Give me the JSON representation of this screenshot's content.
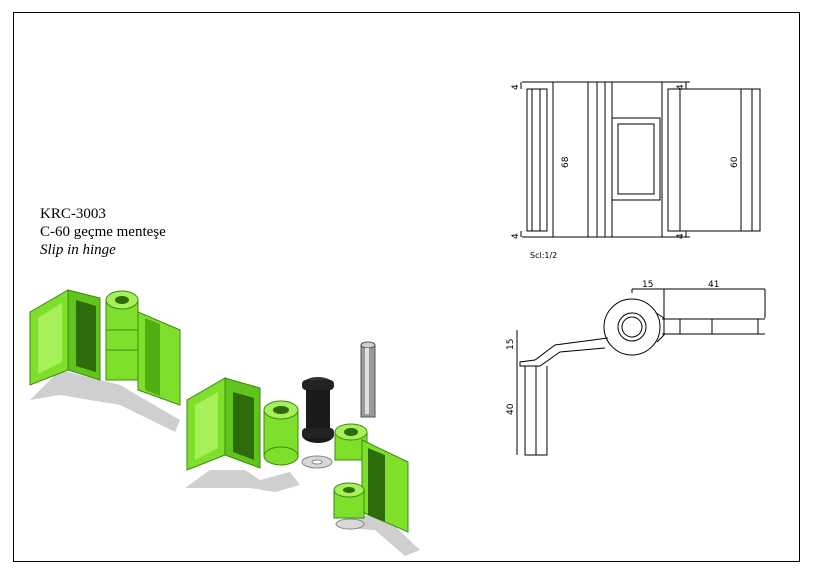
{
  "product": {
    "code": "KRC-3003",
    "name_tr": "C-60 geçme menteşe",
    "name_en": "Slip in hinge"
  },
  "front_view": {
    "dims": [
      "4",
      "4",
      "68",
      "60",
      "4",
      "4"
    ],
    "scale": "Scl:1/2"
  },
  "section_view": {
    "dims": [
      "15",
      "41",
      "15",
      "40"
    ]
  },
  "colors": {
    "part_green": "#7ee02a",
    "part_green_dark": "#4fae12",
    "part_black": "#1a1a1a",
    "pin_gray": "#9a9a9a",
    "shadow": "#cfcfcf"
  }
}
